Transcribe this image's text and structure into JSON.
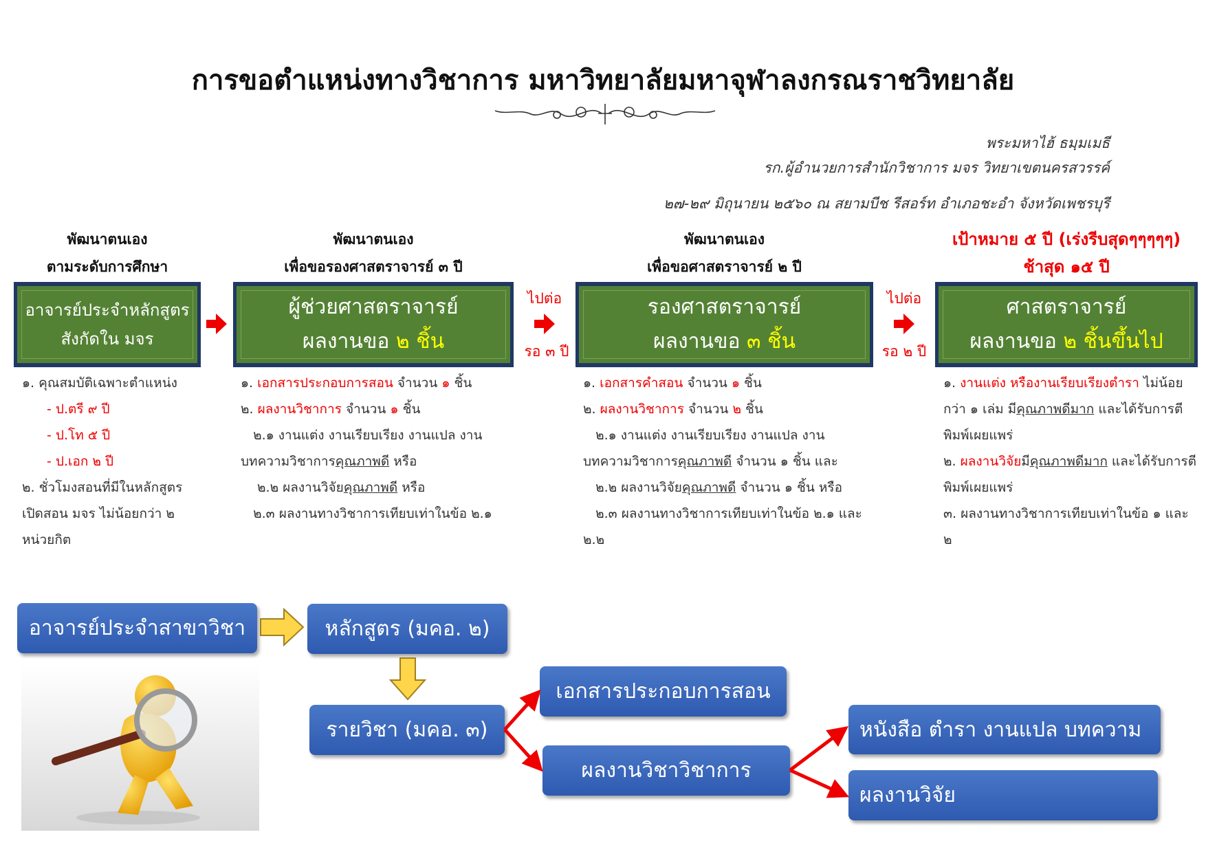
{
  "title": "การขอตำแหน่งทางวิชาการ มหาวิทยาลัยมหาจุฬาลงกรณราชวิทยาลัย",
  "author": {
    "name": "พระมหาไฮ้ ธมฺมเมธี",
    "position": "รก.ผู้อำนวยการสำนักวิชาการ มจร วิทยาเขตนครสวรรค์",
    "event": "๒๗-๒๙ มิถุนายน ๒๕๖๐ ณ สยามบีช รีสอร์ท อำเภอชะอำ จังหวัดเพชรบุรี"
  },
  "columns": [
    {
      "head1": "พัฒนาตนเอง",
      "head2": "ตามระดับการศึกษา",
      "box1": "อาจารย์ประจำหลักสูตร",
      "box2a": "สังกัดใน มจร",
      "box2b": "",
      "items": [
        {
          "cls": "",
          "segs": [
            {
              "t": "๑. คุณสมบัติเฉพาะตำแหน่ง",
              "c": ""
            }
          ]
        },
        {
          "cls": "ind2",
          "segs": [
            {
              "t": "- ป.ตรี ๙ ปี",
              "c": "red"
            }
          ]
        },
        {
          "cls": "ind2",
          "segs": [
            {
              "t": "- ป.โท ๕ ปี",
              "c": "red"
            }
          ]
        },
        {
          "cls": "ind2",
          "segs": [
            {
              "t": "- ป.เอก ๒ ปี",
              "c": "red"
            }
          ]
        },
        {
          "cls": "",
          "segs": [
            {
              "t": "๒. ชั่วโมงสอนที่มีในหลักสูตร เปิดสอน มจร ไม่น้อยกว่า ๒ หน่วยกิต",
              "c": ""
            }
          ]
        }
      ]
    },
    {
      "head1": "พัฒนาตนเอง",
      "head2": "เพื่อขอรองศาสตราจารย์ ๓ ปี",
      "box1": "ผู้ช่วยศาสตราจารย์",
      "box2a": "ผลงานขอ ",
      "box2b": "๒ ชิ้น",
      "items": [
        {
          "cls": "",
          "segs": [
            {
              "t": "๑. ",
              "c": ""
            },
            {
              "t": "เอกสารประกอบการสอน",
              "c": "red"
            },
            {
              "t": " จำนวน ",
              "c": ""
            },
            {
              "t": "๑",
              "c": "red"
            },
            {
              "t": " ชิ้น",
              "c": ""
            }
          ]
        },
        {
          "cls": "",
          "segs": [
            {
              "t": "๒. ",
              "c": ""
            },
            {
              "t": "ผลงานวิชาการ",
              "c": "red"
            },
            {
              "t": " จำนวน ",
              "c": ""
            },
            {
              "t": "๑",
              "c": "red"
            },
            {
              "t": " ชิ้น",
              "c": ""
            }
          ]
        },
        {
          "cls": "",
          "segs": [
            {
              "t": "   ๒.๑ งานแต่ง งานเรียบเรียง งานแปล งานบทความวิชาการ",
              "c": ""
            },
            {
              "t": "คุณภาพดี",
              "c": "u"
            },
            {
              "t": " หรือ",
              "c": ""
            }
          ]
        },
        {
          "cls": "ind",
          "segs": [
            {
              "t": "๒.๒ ผลงานวิจัย",
              "c": ""
            },
            {
              "t": "คุณภาพดี",
              "c": "u"
            },
            {
              "t": " หรือ",
              "c": ""
            }
          ]
        },
        {
          "cls": "",
          "segs": [
            {
              "t": "   ๒.๓ ผลงานทางวิชาการเทียบเท่าในข้อ ๒.๑",
              "c": ""
            }
          ]
        }
      ]
    },
    {
      "head1": "พัฒนาตนเอง",
      "head2": "เพื่อขอศาสตราจารย์ ๒ ปี",
      "box1": "รองศาสตราจารย์",
      "box2a": "ผลงานขอ ",
      "box2b": "๓ ชิ้น",
      "items": [
        {
          "cls": "",
          "segs": [
            {
              "t": "๑. ",
              "c": ""
            },
            {
              "t": "เอกสารคำสอน",
              "c": "red"
            },
            {
              "t": " จำนวน ",
              "c": ""
            },
            {
              "t": "๑",
              "c": "red"
            },
            {
              "t": " ชิ้น",
              "c": ""
            }
          ]
        },
        {
          "cls": "",
          "segs": [
            {
              "t": "๒. ",
              "c": ""
            },
            {
              "t": "ผลงานวิชาการ",
              "c": "red"
            },
            {
              "t": " จำนวน ",
              "c": ""
            },
            {
              "t": "๒",
              "c": "red"
            },
            {
              "t": " ชิ้น",
              "c": ""
            }
          ]
        },
        {
          "cls": "",
          "segs": [
            {
              "t": "   ๒.๑ งานแต่ง งานเรียบเรียง งานแปล งานบทความวิชาการ",
              "c": ""
            },
            {
              "t": "คุณภาพดี",
              "c": "u"
            },
            {
              "t": " จำนวน ๑ ชิ้น และ",
              "c": ""
            }
          ]
        },
        {
          "cls": "",
          "segs": [
            {
              "t": "   ๒.๒ ผลงานวิจัย",
              "c": ""
            },
            {
              "t": "คุณภาพดี",
              "c": "u"
            },
            {
              "t": " จำนวน ๑ ชิ้น หรือ",
              "c": ""
            }
          ]
        },
        {
          "cls": "",
          "segs": [
            {
              "t": "   ๒.๓ ผลงานทางวิชาการเทียบเท่าในข้อ ๒.๑ และ ๒.๒",
              "c": ""
            }
          ]
        }
      ]
    },
    {
      "head1": "เป้าหมาย ๕ ปี (เร่งรีบสุดๆๆๆๆๆ)",
      "head2": "ช้าสุด ๑๕ ปี",
      "box1": "ศาสตราจารย์",
      "box2a": "ผลงานขอ ",
      "box2b": "๒ ชิ้นขึ้นไป",
      "items": [
        {
          "cls": "",
          "segs": [
            {
              "t": "๑. ",
              "c": ""
            },
            {
              "t": "งานแต่ง หรืองานเรียบเรียงตำรา",
              "c": "red"
            },
            {
              "t": " ไม่น้อยกว่า ๑ เล่ม มี",
              "c": ""
            },
            {
              "t": "คุณภาพดีมาก",
              "c": "u"
            },
            {
              "t": " และได้รับการตีพิมพ์เผยแพร่",
              "c": ""
            }
          ]
        },
        {
          "cls": "",
          "segs": [
            {
              "t": "๒. ",
              "c": ""
            },
            {
              "t": "ผลงานวิจัย",
              "c": "red"
            },
            {
              "t": "มี",
              "c": ""
            },
            {
              "t": "คุณภาพดีมาก",
              "c": "u"
            },
            {
              "t": " และได้รับการตีพิมพ์เผยแพร่",
              "c": ""
            }
          ]
        },
        {
          "cls": "",
          "segs": [
            {
              "t": "๓. ผลงานทางวิชาการเทียบเท่าในข้อ ๑ และ ๒",
              "c": ""
            }
          ]
        }
      ]
    }
  ],
  "transitions": [
    {
      "top": "ไปต่อ",
      "bottom": "รอ ๓ ปี"
    },
    {
      "top": "ไปต่อ",
      "bottom": "รอ ๒ ปี"
    }
  ],
  "flow": {
    "lecturer": "อาจารย์ประจำสาขาวิชา",
    "curriculum": "หลักสูตร (มคอ. ๒)",
    "course": "รายวิชา (มคอ. ๓)",
    "teaching_docs": "เอกสารประกอบการสอน",
    "academic_work": "ผลงานวิชาวิชาการ",
    "books": "หนังสือ ตำรา งานแปล บทความ",
    "research": "ผลงานวิจัย"
  },
  "colors": {
    "green": "#548235",
    "navy": "#1f3864",
    "red": "#e00000",
    "yellow": "#ffff00",
    "blue": "#3a66bd"
  }
}
